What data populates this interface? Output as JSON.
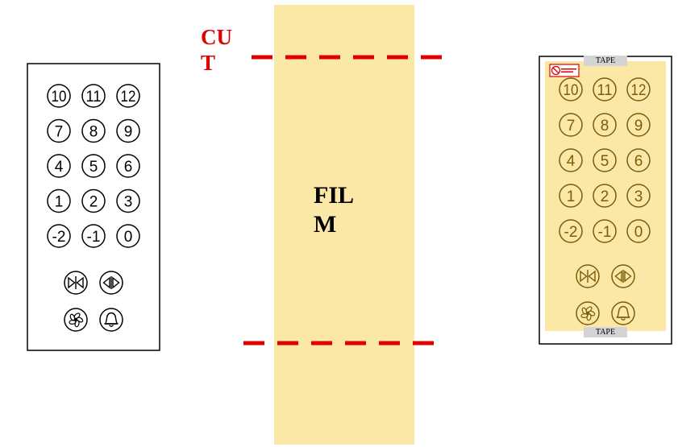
{
  "cut_label": "CUT",
  "film_label": "FILM",
  "tape_label": "TAPE",
  "button_rows": [
    [
      "10",
      "11",
      "12"
    ],
    [
      "7",
      "8",
      "9"
    ],
    [
      "4",
      "5",
      "6"
    ],
    [
      "1",
      "2",
      "3"
    ],
    [
      "-2",
      "-1",
      "0"
    ]
  ],
  "colors": {
    "cut_line": "#e00000",
    "film": "#fce8a6",
    "panel_stroke": "#000000",
    "film_button_stroke": "#7a5c0a",
    "tape": "#d4d4d4",
    "warning_sign": "#e00000"
  },
  "icons": {
    "door_close": "door-close-icon",
    "door_open": "door-open-icon",
    "fan": "fan-icon",
    "alarm_bell": "alarm-bell-icon",
    "warning": "no-symbol-icon"
  }
}
